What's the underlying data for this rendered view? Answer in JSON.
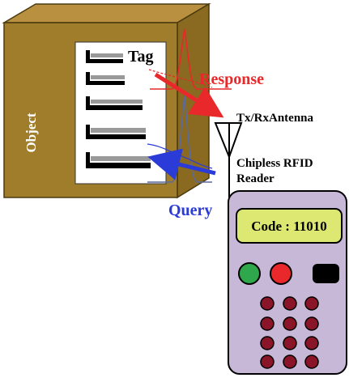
{
  "labels": {
    "object": "Object",
    "tag": "Tag",
    "response": "Response",
    "query": "Query",
    "antenna": "Tx/RxAntenna",
    "reader_line1": "Chipless RFID",
    "reader_line2": "Reader",
    "code": "Code : 11010"
  },
  "colors": {
    "box_front": "#a07d2a",
    "box_side": "#8a6a20",
    "box_top": "#b89040",
    "response": "#e8282a",
    "query": "#2a3bd8",
    "reader_body": "#c7b8d8",
    "display": "#dde872",
    "button_green": "#2ea84a",
    "button_red": "#e8282a",
    "keypad": "#8a1428"
  },
  "icons": {
    "antenna": "antenna-icon",
    "green_button": "green-button-icon",
    "red_button": "red-button-icon",
    "black_button": "black-button-icon",
    "keypad": "keypad-icon"
  }
}
